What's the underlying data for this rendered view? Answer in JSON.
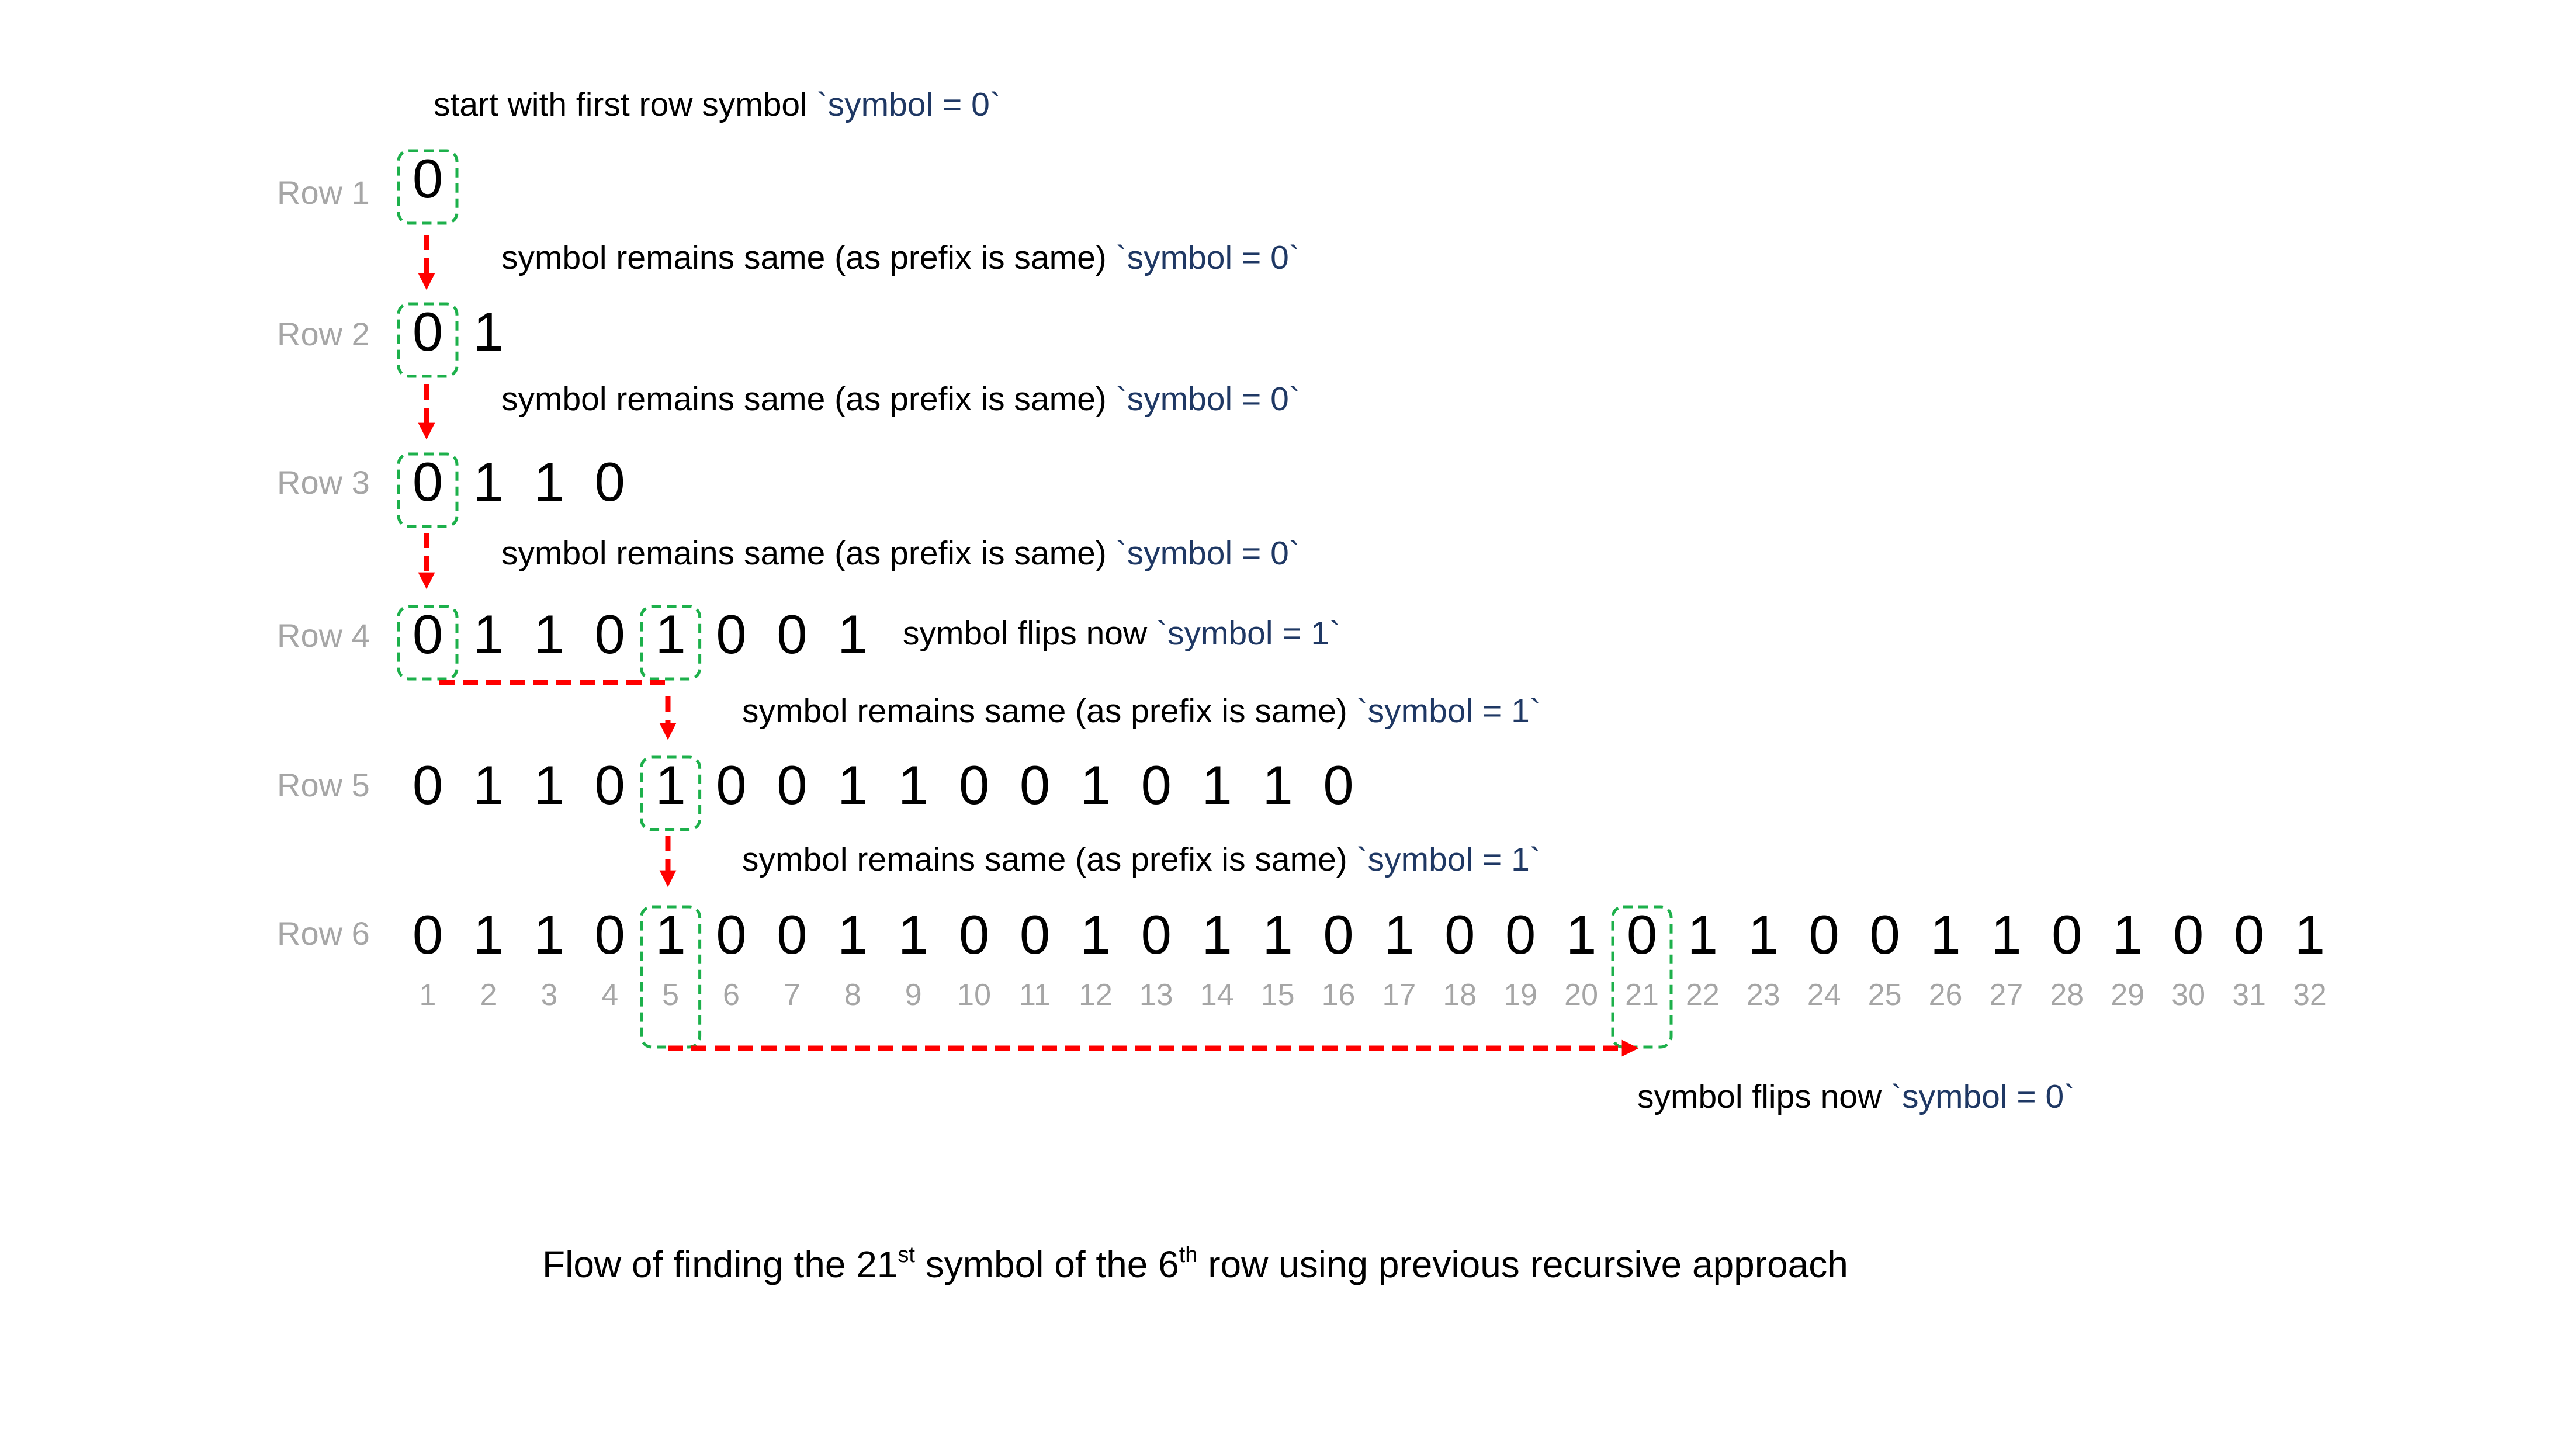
{
  "row_labels": [
    "Row 1",
    "Row 2",
    "Row 3",
    "Row 4",
    "Row 5",
    "Row 6"
  ],
  "rows": [
    "0",
    "01",
    "0110",
    "01101001",
    "0110100110010110",
    "01101001100101101001011001101001"
  ],
  "index_labels": [
    "1",
    "2",
    "3",
    "4",
    "5",
    "6",
    "7",
    "8",
    "9",
    "10",
    "11",
    "12",
    "13",
    "14",
    "15",
    "16",
    "17",
    "18",
    "19",
    "20",
    "21",
    "22",
    "23",
    "24",
    "25",
    "26",
    "27",
    "28",
    "29",
    "30",
    "31",
    "32"
  ],
  "annotations": {
    "start": {
      "text": "start with first row symbol ",
      "code": "`symbol = 0`"
    },
    "r1_r2": {
      "text": "symbol remains same (as prefix is same) ",
      "code": "`symbol = 0`"
    },
    "r2_r3": {
      "text": "symbol remains same (as prefix is same) ",
      "code": "`symbol = 0`"
    },
    "r3_r4": {
      "text": "symbol remains same (as prefix is same) ",
      "code": "`symbol = 0`"
    },
    "r4_flip": {
      "text": "symbol flips now ",
      "code": "`symbol = 1`"
    },
    "r4_r5": {
      "text": "symbol remains same (as prefix is same) ",
      "code": "`symbol = 1`"
    },
    "r5_r6": {
      "text": "symbol remains same (as prefix is same) ",
      "code": "`symbol = 1`"
    },
    "r6_flip": {
      "text": "symbol flips now ",
      "code": "`symbol = 0`"
    }
  },
  "caption": {
    "part1": "Flow of finding the 21",
    "sup1": "st",
    "part2": " symbol of the 6",
    "sup2": "th",
    "part3": " row using previous recursive approach"
  },
  "highlighted": [
    {
      "row": 1,
      "col": 1
    },
    {
      "row": 2,
      "col": 1
    },
    {
      "row": 3,
      "col": 1
    },
    {
      "row": 4,
      "col": 1
    },
    {
      "row": 4,
      "col": 5
    },
    {
      "row": 5,
      "col": 5
    },
    {
      "row": 6,
      "col": 5
    },
    {
      "row": 6,
      "col": 21
    }
  ],
  "colors": {
    "highlight_border": "#1db04b",
    "flow_arrow": "#ff0000",
    "code_text": "#1f3864",
    "label_gray": "#a6a6a6"
  }
}
